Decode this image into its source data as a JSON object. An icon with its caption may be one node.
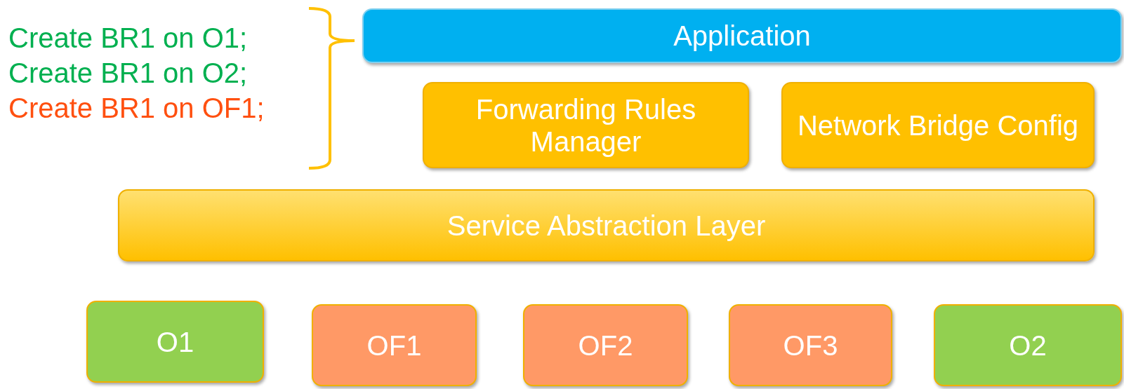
{
  "diagram": {
    "nodes": [
      {
        "text": [
          "Application"
        ]
      },
      {
        "text": [
          "Forwarding Rules Manager"
        ]
      },
      {
        "text": [
          "Network Bridge Config"
        ]
      },
      {
        "text": [
          "Service Abstraction Layer"
        ]
      },
      {
        "text": [
          "O1"
        ]
      },
      {
        "text": [
          "OF1"
        ]
      },
      {
        "text": [
          "OF2"
        ]
      },
      {
        "text": [
          "OF3"
        ]
      },
      {
        "text": [
          "O2"
        ]
      }
    ],
    "labels": [
      "Create BR1 on O1;",
      "Create BR1 on O2;",
      "Create BR1 on OF1;"
    ]
  }
}
